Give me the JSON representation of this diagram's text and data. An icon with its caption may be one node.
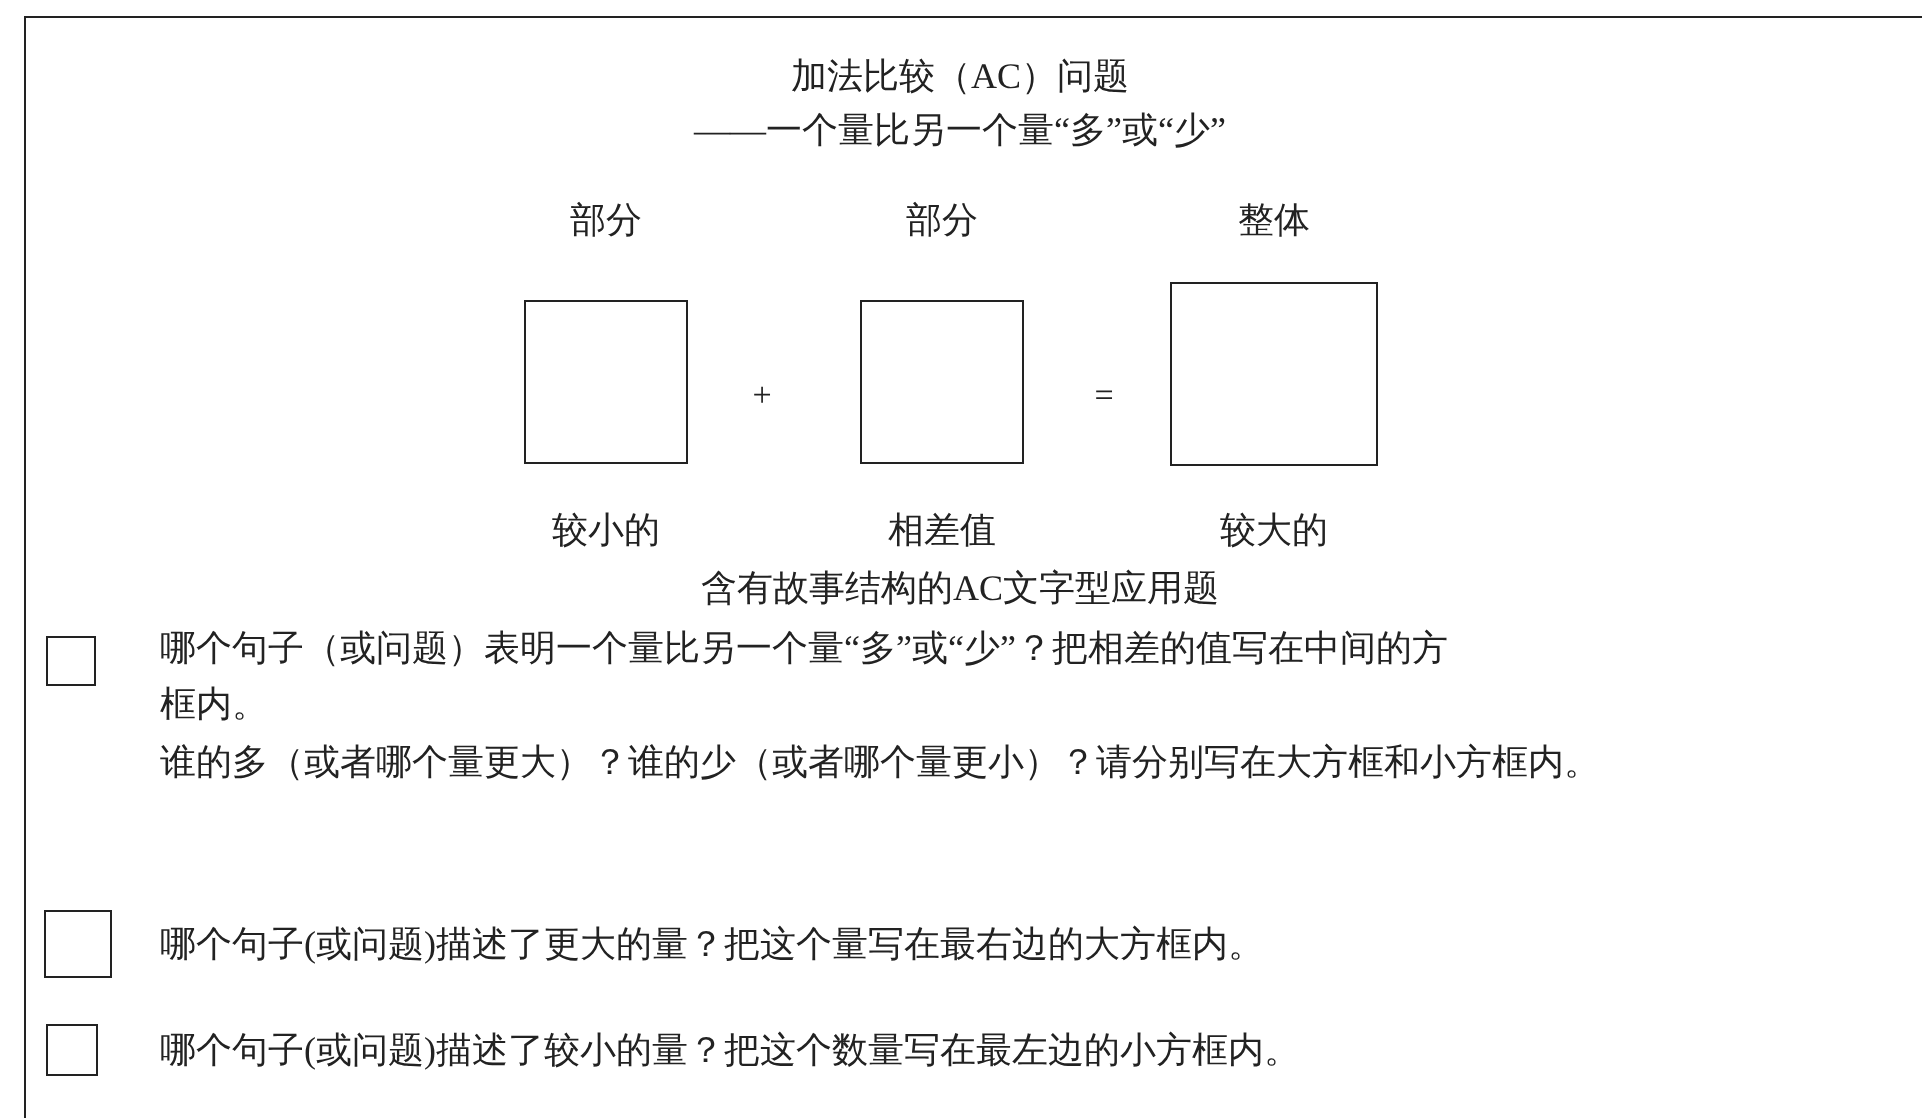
{
  "diagram": {
    "title": "加法比较（AC）问题",
    "nodes": [
      {
        "text": [
          "部分"
        ],
        "beside": [
          "较小的"
        ]
      },
      {
        "text": [
          "部分"
        ],
        "beside": [
          "相差值"
        ]
      },
      {
        "text": [
          "整体"
        ],
        "beside": [
          "较大的"
        ]
      },
      {
        "text": [],
        "shape": "box",
        "beside": [
          "哪个句子（或问题）表明一个量比另一个量“多”或“少”？把相差的值写在中间的方框内。"
        ]
      },
      {
        "text": [],
        "shape": "box",
        "beside": [
          "哪个句子(或问题)描述了更大的量？把这个量写在最右边的大方框内。"
        ]
      },
      {
        "text": [],
        "shape": "box",
        "beside": [
          "哪个句子(或问题)描述了较小的量？把这个数量写在最左边的小方框内。"
        ]
      }
    ],
    "labels": [
      "——一个量比另一个量“多”或“少”",
      "+",
      "=",
      "含有故事结构的AC文字型应用题",
      "谁的多（或者哪个量更大）？谁的少（或者哪个量更小）？请分别写在大方框和小方框内。"
    ]
  }
}
